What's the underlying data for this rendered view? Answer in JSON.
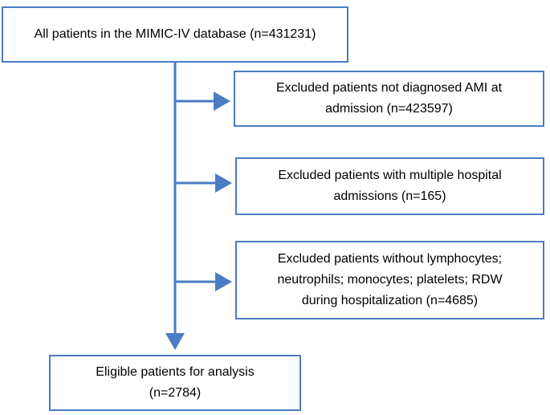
{
  "flowchart": {
    "total_box": "All patients in the MIMIC-IV database (n=431231)",
    "exclusions": [
      {
        "text": "Excluded patients not diagnosed AMI at\nadmission (n=423597)"
      },
      {
        "text": "Excluded patients with multiple hospital\nadmissions (n=165)"
      },
      {
        "text": "Excluded patients without lymphocytes;\nneutrophils; monocytes; platelets; RDW\nduring hospitalization (n=4685)"
      }
    ],
    "final_box": "Eligible patients for analysis\n(n=2784)"
  },
  "colors": {
    "box_border": "#4a7cc4",
    "arrow": "#4a7cc4",
    "text": "#000000",
    "background": "#ffffff"
  }
}
